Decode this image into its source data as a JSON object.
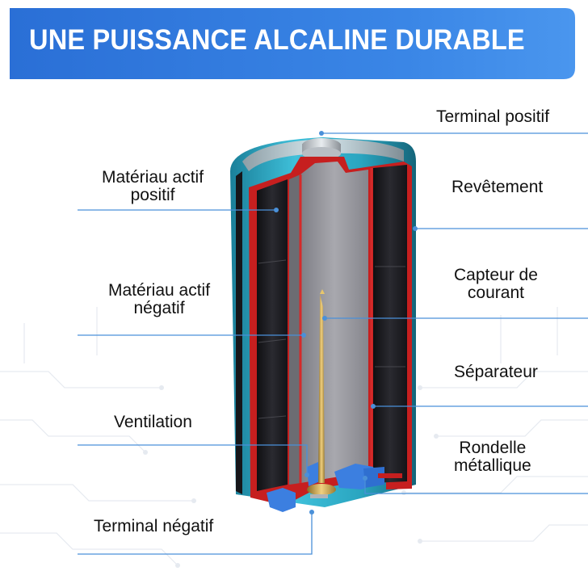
{
  "banner": {
    "title": "UNE PUISSANCE ALCALINE DURABLE",
    "color": "#2f7ee0"
  },
  "labels": {
    "terminal_positif": "Terminal positif",
    "materiau_positif_l1": "Matériau actif",
    "materiau_positif_l2": "positif",
    "revetement": "Revêtement",
    "materiau_negatif_l1": "Matériau actif",
    "materiau_negatif_l2": "négatif",
    "capteur_l1": "Capteur de",
    "capteur_l2": "courant",
    "separateur": "Séparateur",
    "ventilation": "Ventilation",
    "rondelle_l1": "Rondelle",
    "rondelle_l2": "métallique",
    "terminal_negatif": "Terminal négatif"
  },
  "colors": {
    "leader_line": "#4a90d9",
    "casing_teal": "#2aa5c0",
    "red_layer": "#d42a2a",
    "gray_core": "#9a9aa0",
    "dark_layer": "#1e1e22",
    "blue_seal": "#3c7fe0",
    "brass_pin": "#c8a24a"
  }
}
